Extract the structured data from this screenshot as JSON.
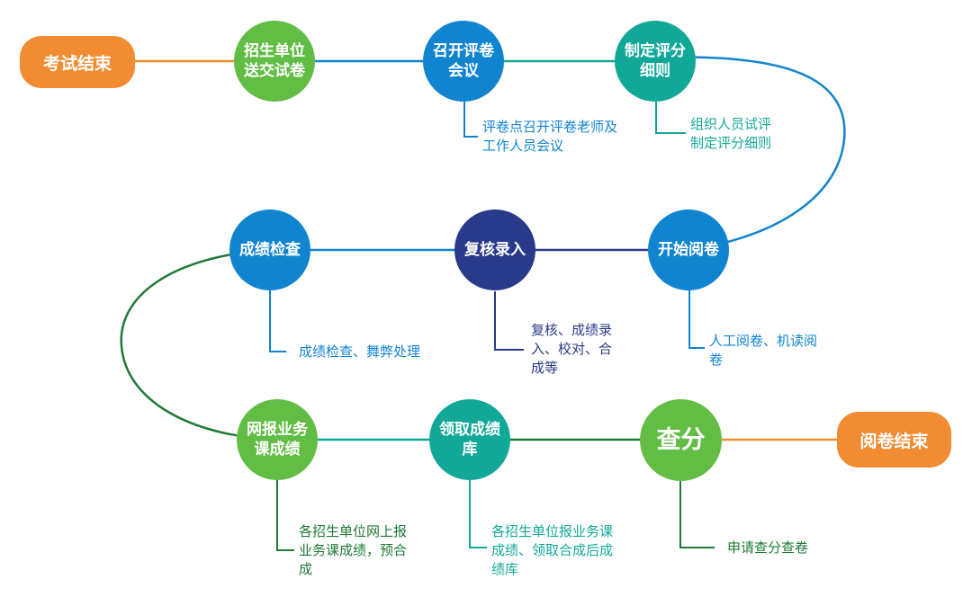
{
  "colors": {
    "orange": "#f28c33",
    "green": "#62bd45",
    "blue": "#1184d0",
    "teal": "#12a898",
    "navy": "#293a8a",
    "dark_green": "#1e7a35"
  },
  "nodes": {
    "exam_end": "考试结束",
    "submit_papers": "招生单位\n送交试卷",
    "meeting": "召开评卷\n会议",
    "rules": "制定评分\n细则",
    "start_grading": "开始阅卷",
    "review_entry": "复核录入",
    "score_check": "成绩检查",
    "online_report": "网报业务\n课成绩",
    "get_scores": "领取成绩\n库",
    "query": "查分",
    "grading_end": "阅卷结束"
  },
  "notes": {
    "meeting": "评卷点召开评卷老师及\n工作人员会议",
    "rules": "组织人员试评\n制定评分细则",
    "start_grading": "人工阅卷、机读阅\n卷",
    "review_entry": "复核、成绩录\n入、校对、合\n成等",
    "score_check": "成绩检查、舞弊处理",
    "online_report": "各招生单位网上报\n业务课成绩，预合\n成",
    "get_scores": "各招生单位报业务课\n成绩、领取合成后成\n绩库",
    "query": "申请查分查卷"
  }
}
